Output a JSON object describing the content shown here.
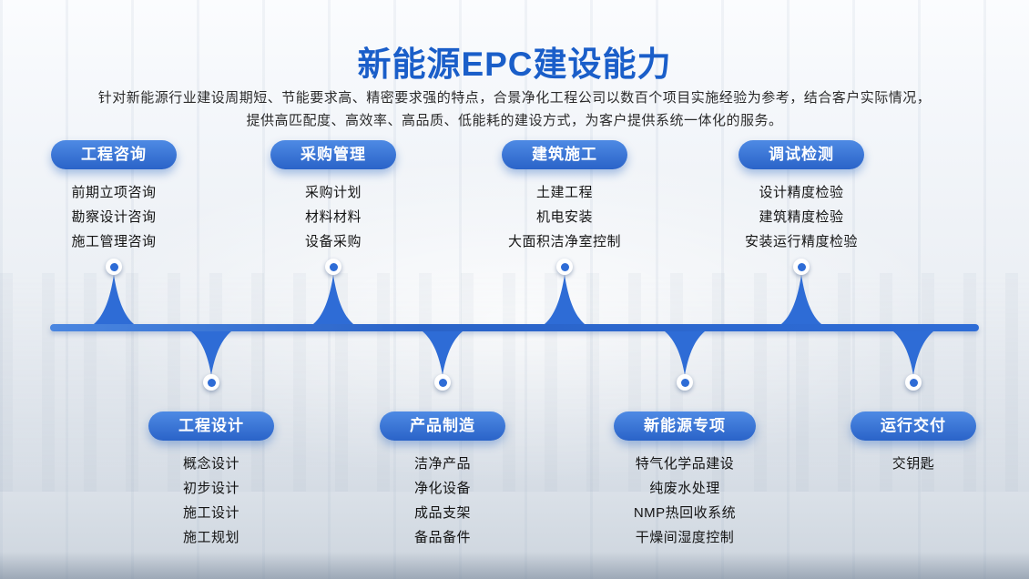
{
  "page": {
    "title": "新能源EPC建设能力",
    "subtitle_line1": "针对新能源行业建设周期短、节能要求高、精密要求强的特点，合景净化工程公司以数百个项目实施经验为参考，结合客户实际情况，",
    "subtitle_line2": "提供高匹配度、高效率、高品质、低能耗的建设方式，为客户提供系统一体化的服务。"
  },
  "colors": {
    "accent_blue": "#2e6cd6",
    "title_blue": "#1a5ec9",
    "pill_gradient_top": "#4e8ae4",
    "pill_gradient_bottom": "#2a63c8",
    "text_dark": "#141414",
    "background_light": "#eef1f5"
  },
  "groups_top": [
    {
      "label": "工程咨询",
      "items": [
        "前期立项咨询",
        "勘察设计咨询",
        "施工管理咨询"
      ]
    },
    {
      "label": "采购管理",
      "items": [
        "采购计划",
        "材料材料",
        "设备采购"
      ]
    },
    {
      "label": "建筑施工",
      "items": [
        "土建工程",
        "机电安装",
        "大面积洁净室控制"
      ]
    },
    {
      "label": "调试检测",
      "items": [
        "设计精度检验",
        "建筑精度检验",
        "安装运行精度检验"
      ]
    }
  ],
  "groups_bottom": [
    {
      "label": "工程设计",
      "items": [
        "概念设计",
        "初步设计",
        "施工设计",
        "施工规划"
      ]
    },
    {
      "label": "产品制造",
      "items": [
        "洁净产品",
        "净化设备",
        "成品支架",
        "备品备件"
      ]
    },
    {
      "label": "新能源专项",
      "items": [
        "特气化学品建设",
        "纯废水处理",
        "NMP热回收系统",
        "干燥间湿度控制"
      ]
    },
    {
      "label": "运行交付",
      "items": [
        "交钥匙"
      ]
    }
  ]
}
